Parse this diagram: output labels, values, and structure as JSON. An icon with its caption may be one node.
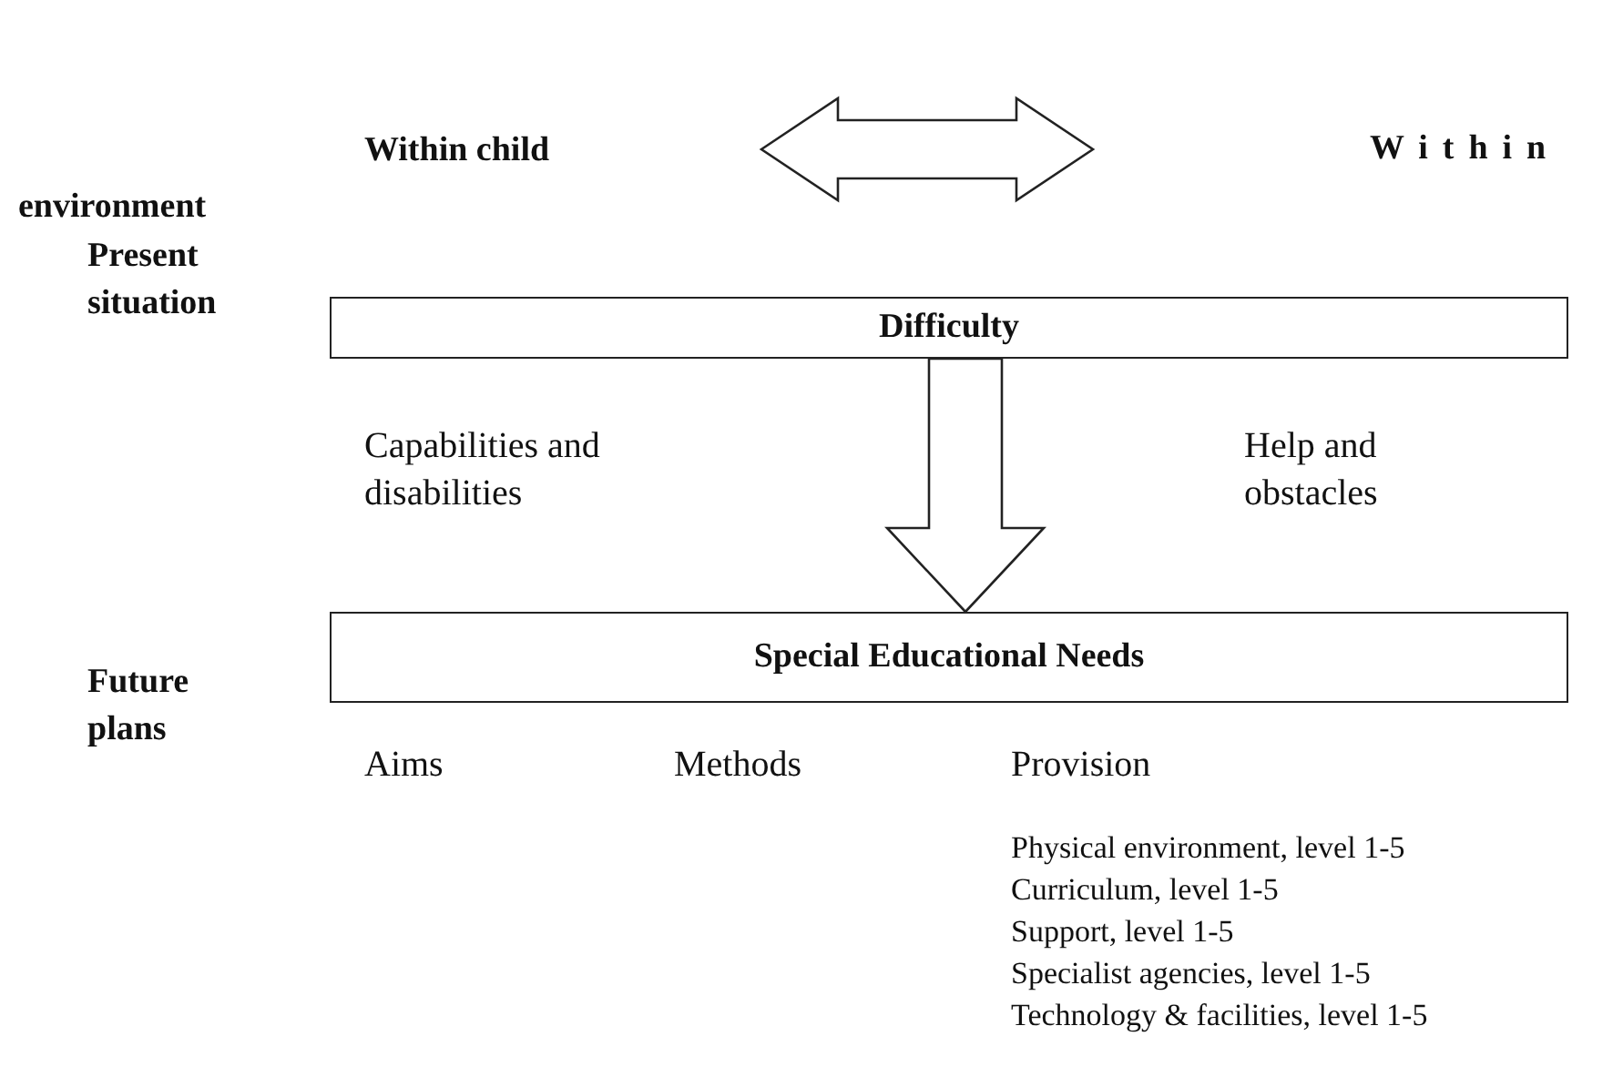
{
  "diagram": {
    "nodes": [
      {
        "text": [
          "Difficulty"
        ]
      },
      {
        "text": [
          "Special Educational Needs"
        ]
      }
    ],
    "edges": [
      {
        "from": 0,
        "to": 1,
        "arrow": "to"
      }
    ],
    "labels": [
      "Within child",
      "Within",
      "environment",
      "Present situation",
      "Capabilities and disabilities",
      "Help and obstacles",
      "Future plans",
      "Aims",
      "Methods",
      "Provision",
      "Physical environment, level 1-5",
      "Curriculum, level 1-5",
      "Support, level 1-5",
      "Specialist agencies, level 1-5",
      "Technology & facilities, level 1-5"
    ]
  }
}
